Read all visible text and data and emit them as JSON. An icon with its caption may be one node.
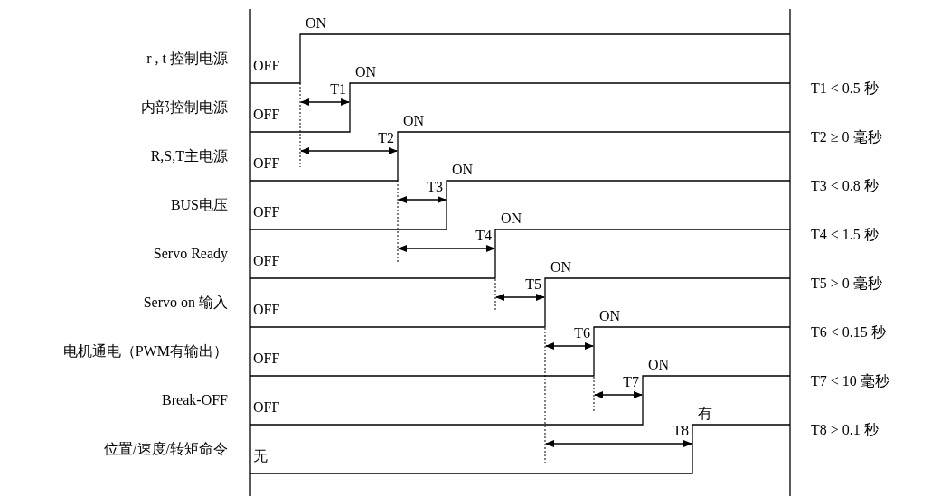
{
  "diagram": {
    "labels": [
      "r , t 控制电源",
      "OFF",
      "ON",
      "内部控制电源",
      "OFF",
      "T1",
      "ON",
      "T1 < 0.5 秒",
      "R,S,T主电源",
      "OFF",
      "T2",
      "ON",
      "T2 ≥ 0 毫秒",
      "BUS电压",
      "OFF",
      "T3",
      "ON",
      "T3 < 0.8 秒",
      "Servo Ready",
      "OFF",
      "T4",
      "ON",
      "T4 < 1.5 秒",
      "Servo on 输入",
      "OFF",
      "T5",
      "ON",
      "T5 > 0 毫秒",
      "电机通电（PWM有输出）",
      "OFF",
      "T6",
      "ON",
      "T6 < 0.15 秒",
      "Break-OFF",
      "OFF",
      "T7",
      "ON",
      "T7 < 10 毫秒",
      "位置/速度/转矩命令",
      "无",
      "T8",
      "有",
      "T8 > 0.1 秒"
    ]
  }
}
